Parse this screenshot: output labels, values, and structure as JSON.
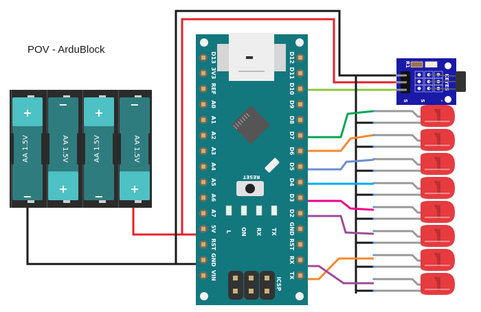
{
  "title": "POV - ArduBlock",
  "battery_pack": {
    "cells": [
      {
        "label": "AA 1.5V",
        "orientation": "plus-top"
      },
      {
        "label": "AA 1.5V",
        "orientation": "plus-bottom"
      },
      {
        "label": "AA 1.5V",
        "orientation": "plus-top"
      },
      {
        "label": "AA 1.5V",
        "orientation": "plus-bottom"
      }
    ],
    "plus_symbol": "+",
    "minus_symbol": "−"
  },
  "arduino_nano": {
    "left_pins": [
      "D13",
      "3V3",
      "REF",
      "A0",
      "A1",
      "A2",
      "A3",
      "A4",
      "A5",
      "A6",
      "A7",
      "5V",
      "RST",
      "GND",
      "VIN"
    ],
    "right_pins": [
      "D12",
      "D11",
      "D10",
      "D9",
      "D8",
      "D7",
      "D6",
      "D5",
      "D4",
      "D3",
      "D2",
      "GND",
      "RST",
      "RX",
      "TX"
    ],
    "reset_label": "RESET",
    "led_labels": [
      "L",
      "ON",
      "RX",
      "TX"
    ],
    "icsp_label": "ICSP"
  },
  "sensor_module": {
    "name": "KEYES",
    "resistor_label": "R1",
    "pin_labels": [
      "S",
      "S",
      "-"
    ]
  },
  "leds": {
    "count": 8,
    "color": "#e63b3f"
  },
  "wire_colors": {
    "power": "#e8202a",
    "ground": "#1a1a1a",
    "signal_sensor": "#8cc63f",
    "d7": "#00a651",
    "d6": "#f7882f",
    "d5": "#6b8ecf",
    "d4": "#00aeef",
    "d3": "#ec008c",
    "d2": "#9e4b96",
    "rx": "#9e4b96",
    "tx": "#f7882f"
  },
  "colors": {
    "board": "#13777e",
    "battery_dark": "#2f7c7f",
    "battery_light": "#4dc1c4",
    "sensor_board": "#1a1aa8"
  }
}
